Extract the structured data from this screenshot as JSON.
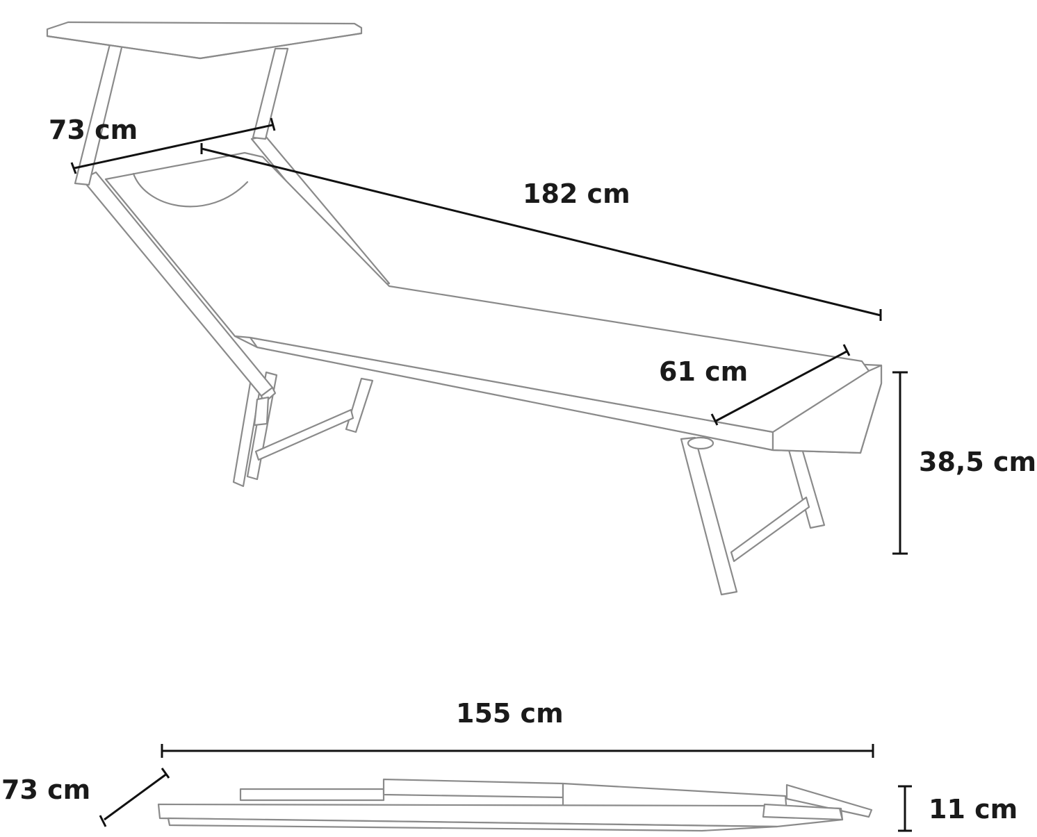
{
  "diagram": {
    "colors": {
      "outline": "#8a8a8a",
      "dimension": "#111111",
      "label": "#1a1a1a",
      "background": "#ffffff"
    },
    "dimensions": {
      "canopy_width": "73 cm",
      "bed_length": "182 cm",
      "bed_width": "61 cm",
      "height": "38,5 cm",
      "folded_length": "155 cm",
      "folded_width": "73 cm",
      "folded_height": "11 cm"
    }
  }
}
